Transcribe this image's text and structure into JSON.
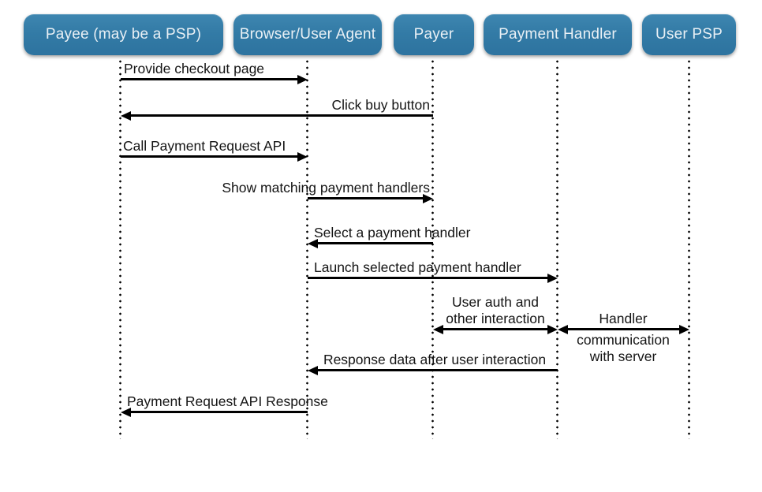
{
  "diagram": {
    "type": "sequence",
    "colors": {
      "actor_fill": "#337ba6",
      "actor_text": "#e9f0f5",
      "line": "#000000",
      "background": "#ffffff"
    },
    "actors": [
      {
        "label": "Payee (may be a PSP)"
      },
      {
        "label": "Browser/User Agent"
      },
      {
        "label": "Payer"
      },
      {
        "label": "Payment Handler"
      },
      {
        "label": "User PSP"
      }
    ],
    "messages": [
      {
        "label": "Provide checkout page",
        "from": "Payee (may be a PSP)",
        "to": "Browser/User Agent",
        "direction": "right"
      },
      {
        "label": "Click buy button",
        "from": "Payer",
        "to": "Payee (may be a PSP)",
        "direction": "left"
      },
      {
        "label": "Call Payment Request API",
        "from": "Payee (may be a PSP)",
        "to": "Browser/User Agent",
        "direction": "right"
      },
      {
        "label": "Show matching payment handlers",
        "from": "Browser/User Agent",
        "to": "Payer",
        "direction": "right"
      },
      {
        "label": "Select a payment handler",
        "from": "Payer",
        "to": "Browser/User Agent",
        "direction": "left"
      },
      {
        "label": "Launch selected payment handler",
        "from": "Browser/User Agent",
        "to": "Payment Handler",
        "direction": "right"
      },
      {
        "label_lines": [
          "User auth and",
          "other interaction"
        ],
        "from": "Payer",
        "to": "Payment Handler",
        "direction": "both"
      },
      {
        "label_lines": [
          "Handler",
          "communication",
          "with server"
        ],
        "from": "Payment Handler",
        "to": "User PSP",
        "direction": "both"
      },
      {
        "label": "Response data after user interaction",
        "from": "Payment Handler",
        "to": "Browser/User Agent",
        "direction": "left"
      },
      {
        "label": "Payment Request API Response",
        "from": "Browser/User Agent",
        "to": "Payee (may be a PSP)",
        "direction": "left"
      }
    ]
  }
}
